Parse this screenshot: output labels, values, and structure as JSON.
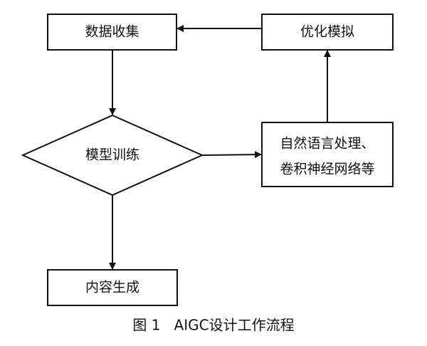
{
  "diagram": {
    "nodes": {
      "data_collection": "数据收集",
      "optimize_sim": "优化模拟",
      "model_training": "模型训练",
      "nlp_cnn_line1": "自然语言处理、",
      "nlp_cnn_line2": "卷积神经网络等",
      "content_generation": "内容生成"
    },
    "caption": "图 1   AIGC设计工作流程"
  }
}
